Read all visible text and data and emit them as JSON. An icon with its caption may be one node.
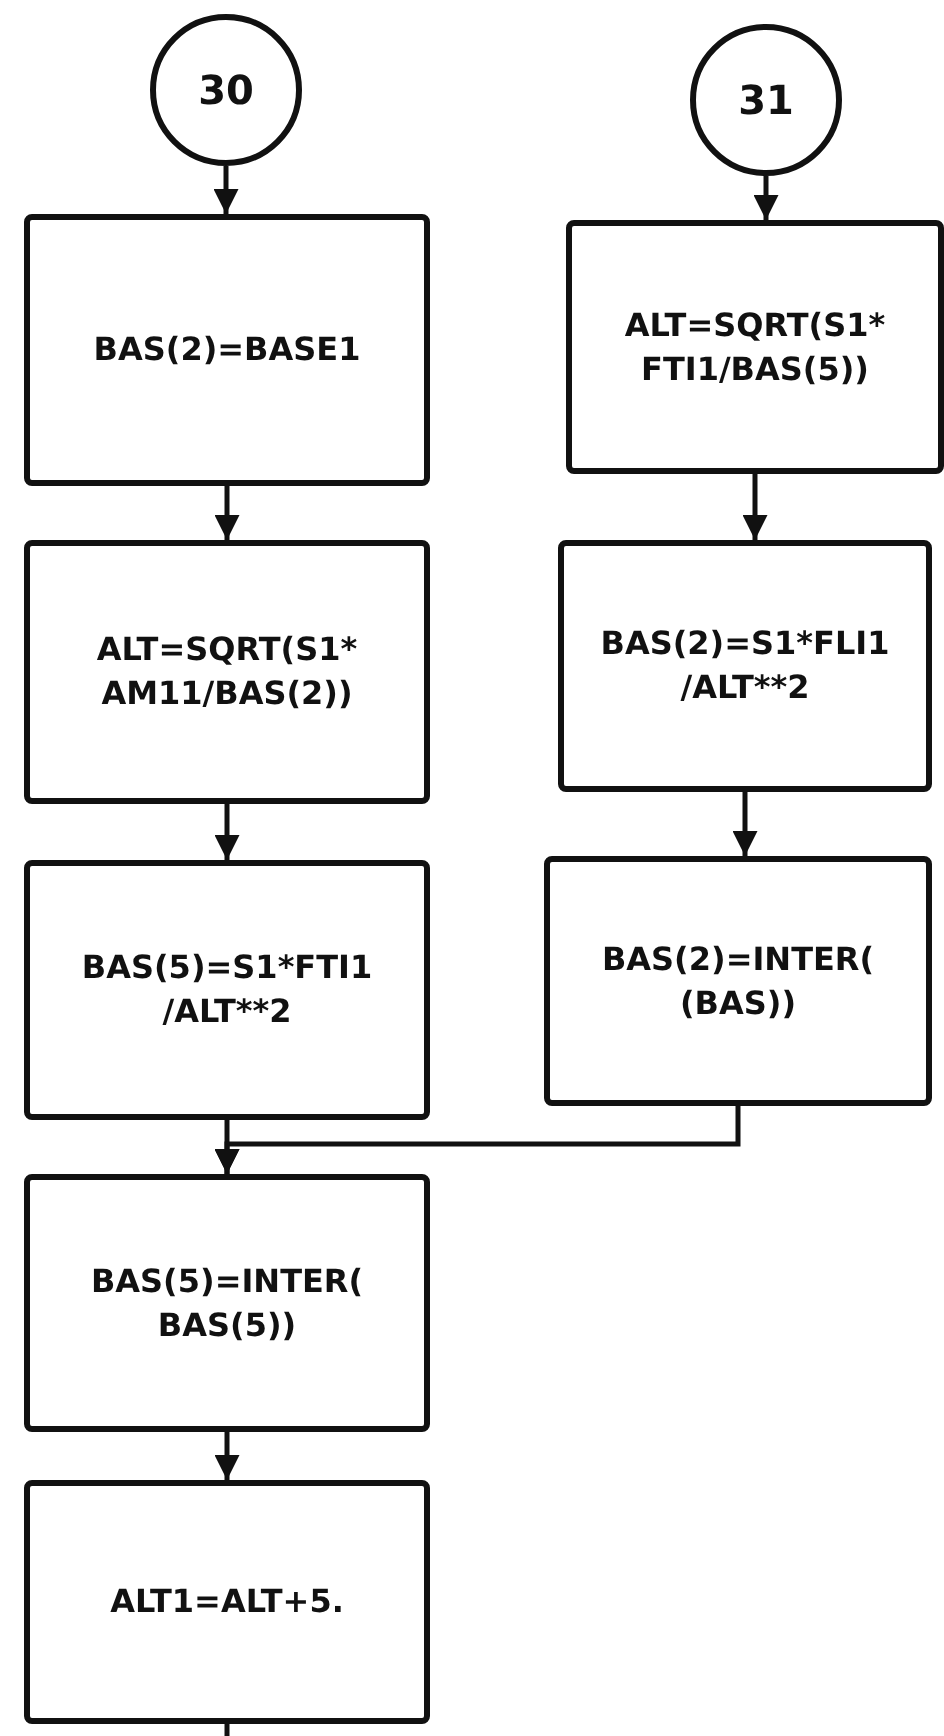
{
  "diagram": {
    "nodes": [
      {
        "text": [
          "30"
        ]
      },
      {
        "text": [
          "31"
        ]
      },
      {
        "text": [
          "BAS(2)=BASE1"
        ]
      },
      {
        "text": [
          "ALT=SQRT(S1* FTI1/BAS(5))"
        ]
      },
      {
        "text": [
          "ALT=SQRT(S1* AM11/BAS(2))"
        ]
      },
      {
        "text": [
          "BAS(2)=S1*FLI1 /ALT**2"
        ]
      },
      {
        "text": [
          "BAS(5)=S1*FTI1 /ALT**2"
        ]
      },
      {
        "text": [
          "BAS(2)=INTER( (BAS))"
        ]
      },
      {
        "text": [
          "BAS(5)=INTER( BAS(5))"
        ]
      },
      {
        "text": [
          "ALT1=ALT+5."
        ]
      }
    ],
    "edges": [
      {
        "from": 0,
        "to": 2,
        "arrow": "to"
      },
      {
        "from": 2,
        "to": 4,
        "arrow": "to"
      },
      {
        "from": 4,
        "to": 6,
        "arrow": "to"
      },
      {
        "from": 6,
        "to": 8,
        "arrow": "to"
      },
      {
        "from": 1,
        "to": 3,
        "arrow": "to"
      },
      {
        "from": 3,
        "to": 5,
        "arrow": "to"
      },
      {
        "from": 5,
        "to": 7,
        "arrow": "to"
      },
      {
        "from": 7,
        "to": 8,
        "arrow": "to"
      },
      {
        "from": 8,
        "to": 9,
        "arrow": "to"
      },
      {
        "from": 9,
        "to": null,
        "arrow": "none"
      }
    ]
  }
}
